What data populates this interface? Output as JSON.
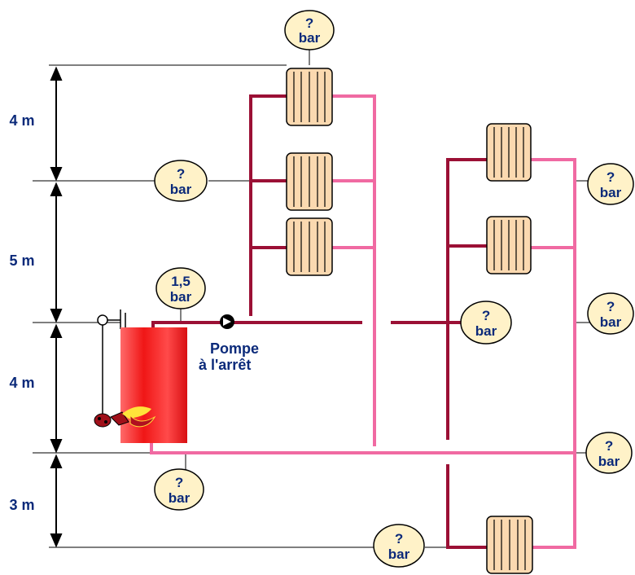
{
  "dimensions": [
    {
      "id": "d1",
      "label": "4 m"
    },
    {
      "id": "d2",
      "label": "5 m"
    },
    {
      "id": "d3",
      "label": "4 m"
    },
    {
      "id": "d4",
      "label": "3 m"
    }
  ],
  "gauges": [
    {
      "id": "top",
      "value": "?",
      "unit": "bar"
    },
    {
      "id": "left-mid",
      "value": "?",
      "unit": "bar"
    },
    {
      "id": "boiler-top",
      "value": "1,5",
      "unit": "bar"
    },
    {
      "id": "boiler-bottom",
      "value": "?",
      "unit": "bar"
    },
    {
      "id": "bottom-center",
      "value": "?",
      "unit": "bar"
    },
    {
      "id": "center-right",
      "value": "?",
      "unit": "bar"
    },
    {
      "id": "right-1",
      "value": "?",
      "unit": "bar"
    },
    {
      "id": "right-2",
      "value": "?",
      "unit": "bar"
    },
    {
      "id": "right-3",
      "value": "?",
      "unit": "bar"
    }
  ],
  "pump": {
    "line1": "Pompe",
    "line2": "à l'arrêt"
  },
  "colors": {
    "supply_pipe": "#9b1035",
    "return_pipe": "#f06aa2",
    "gauge_fill": "#fff2c8",
    "radiator_fill": "#fbd9b0",
    "boiler_fill": "#e8141a",
    "text": "#0b2a7a"
  }
}
